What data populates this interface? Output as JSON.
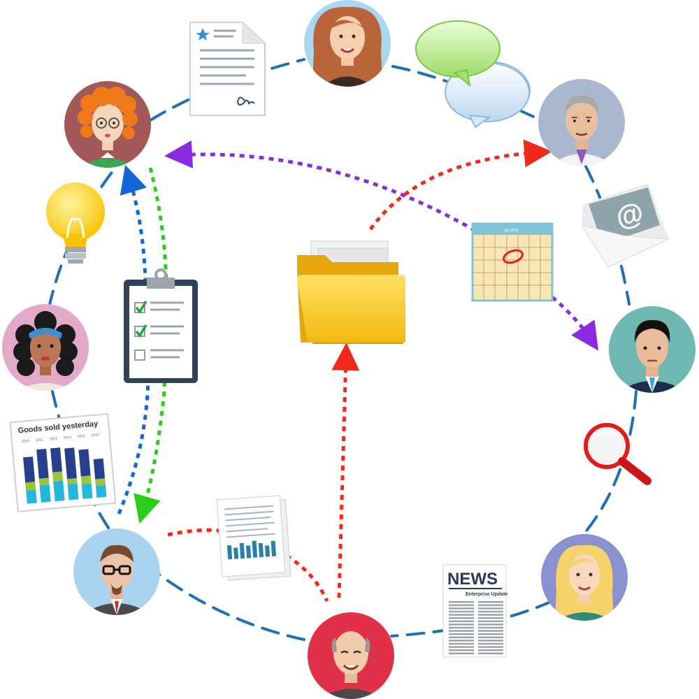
{
  "diagram": {
    "news_card": {
      "headline": "NEWS",
      "subheading": "Enterprise Update"
    },
    "chart_card": {
      "title": "Goods sold yesterday",
      "years": [
        "2010",
        "2011",
        "2012",
        "2013",
        "2014",
        "2015"
      ]
    },
    "calendar_card": {
      "month_label": "July 2014"
    },
    "colors": {
      "circle_link": "#1f6fb5",
      "arrow_purple": "#8a2be2",
      "arrow_red": "#ee2a1a",
      "arrow_blue": "#1565d8",
      "arrow_green": "#2ecc1a",
      "folder": "#f9c623"
    },
    "icons": [
      "document-icon",
      "speech-bubbles-icon",
      "email-icon",
      "calendar-icon",
      "folder-icon",
      "magnifier-icon",
      "newspaper-icon",
      "report-icon",
      "bar-chart-icon",
      "lightbulb-icon",
      "clipboard-icon"
    ]
  }
}
